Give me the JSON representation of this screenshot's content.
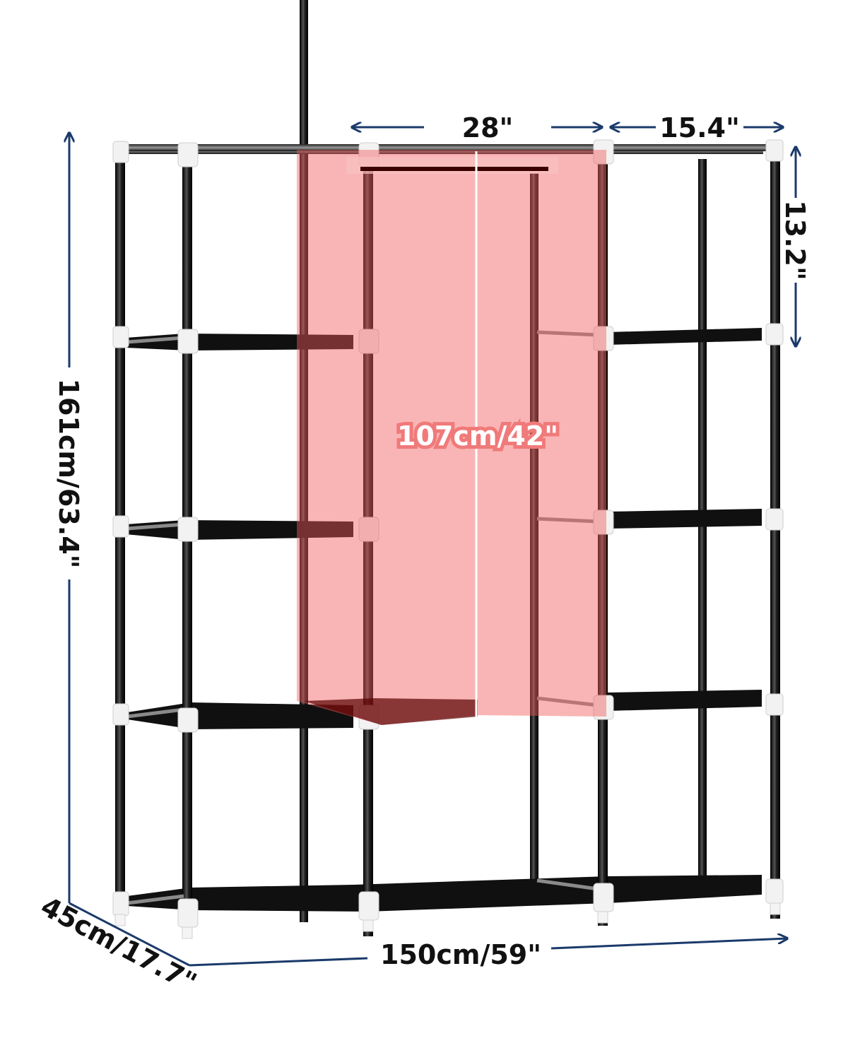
{
  "dimensions": {
    "hanging_width": "28\"",
    "shelf_width": "15.4\"",
    "shelf_height": "13.2\"",
    "total_height": "161cm/63.4\"",
    "hanging_height": "107cm/42\"",
    "depth": "45cm/17.7\"",
    "total_width": "150cm/59\""
  },
  "colors": {
    "arrow": "#1b3a6b",
    "frame_pole": "#141414",
    "connector": "#f2f2f2",
    "shelf": "#101010",
    "highlight": "#f25a5a"
  }
}
